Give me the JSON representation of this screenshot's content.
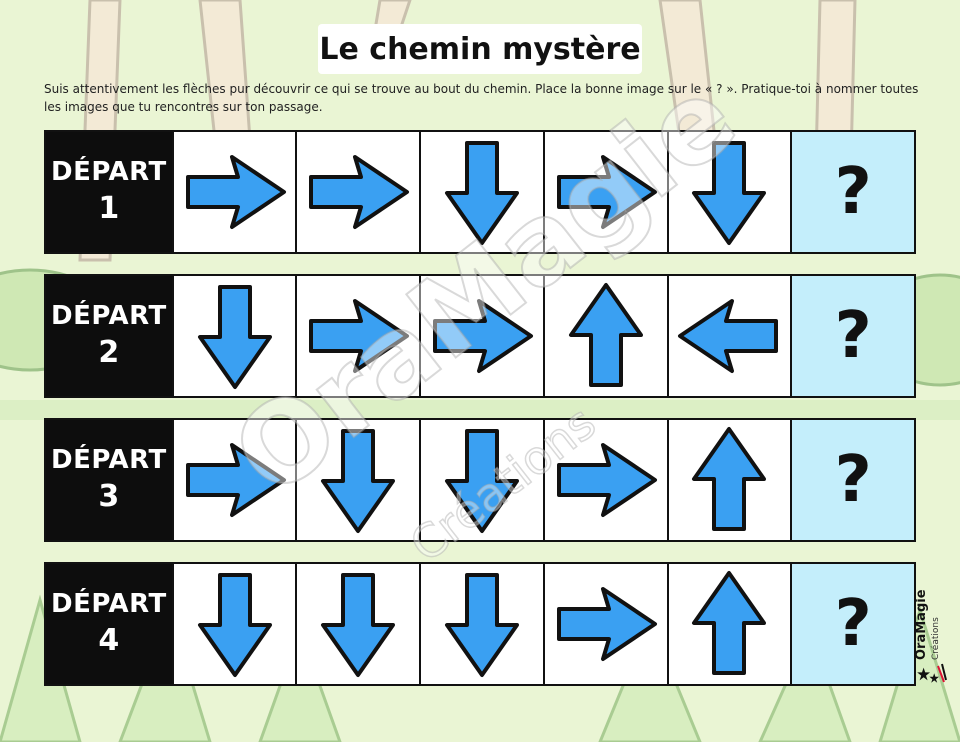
{
  "title": "Le chemin mystère",
  "instructions": "Suis attentivement les flèches pur découvrir ce qui se trouve au bout du chemin. Place la bonne image sur le « ? ». Pratique-toi à nommer toutes les images que tu rencontres sur ton passage.",
  "start_word": "DÉPART",
  "question_mark": "?",
  "arrow_color": "#3aa0f2",
  "question_cell_color": "#c4eefb",
  "rows": [
    {
      "number": "1",
      "arrows": [
        "right",
        "right",
        "down",
        "right",
        "down"
      ]
    },
    {
      "number": "2",
      "arrows": [
        "down",
        "right",
        "right",
        "up",
        "left"
      ]
    },
    {
      "number": "3",
      "arrows": [
        "right",
        "down",
        "down",
        "right",
        "up"
      ]
    },
    {
      "number": "4",
      "arrows": [
        "down",
        "down",
        "down",
        "right",
        "up"
      ]
    }
  ],
  "logo": {
    "name": "OraMagie",
    "sub": "Créations"
  },
  "watermark": {
    "main": "OraMagie",
    "sub": "Créations"
  }
}
